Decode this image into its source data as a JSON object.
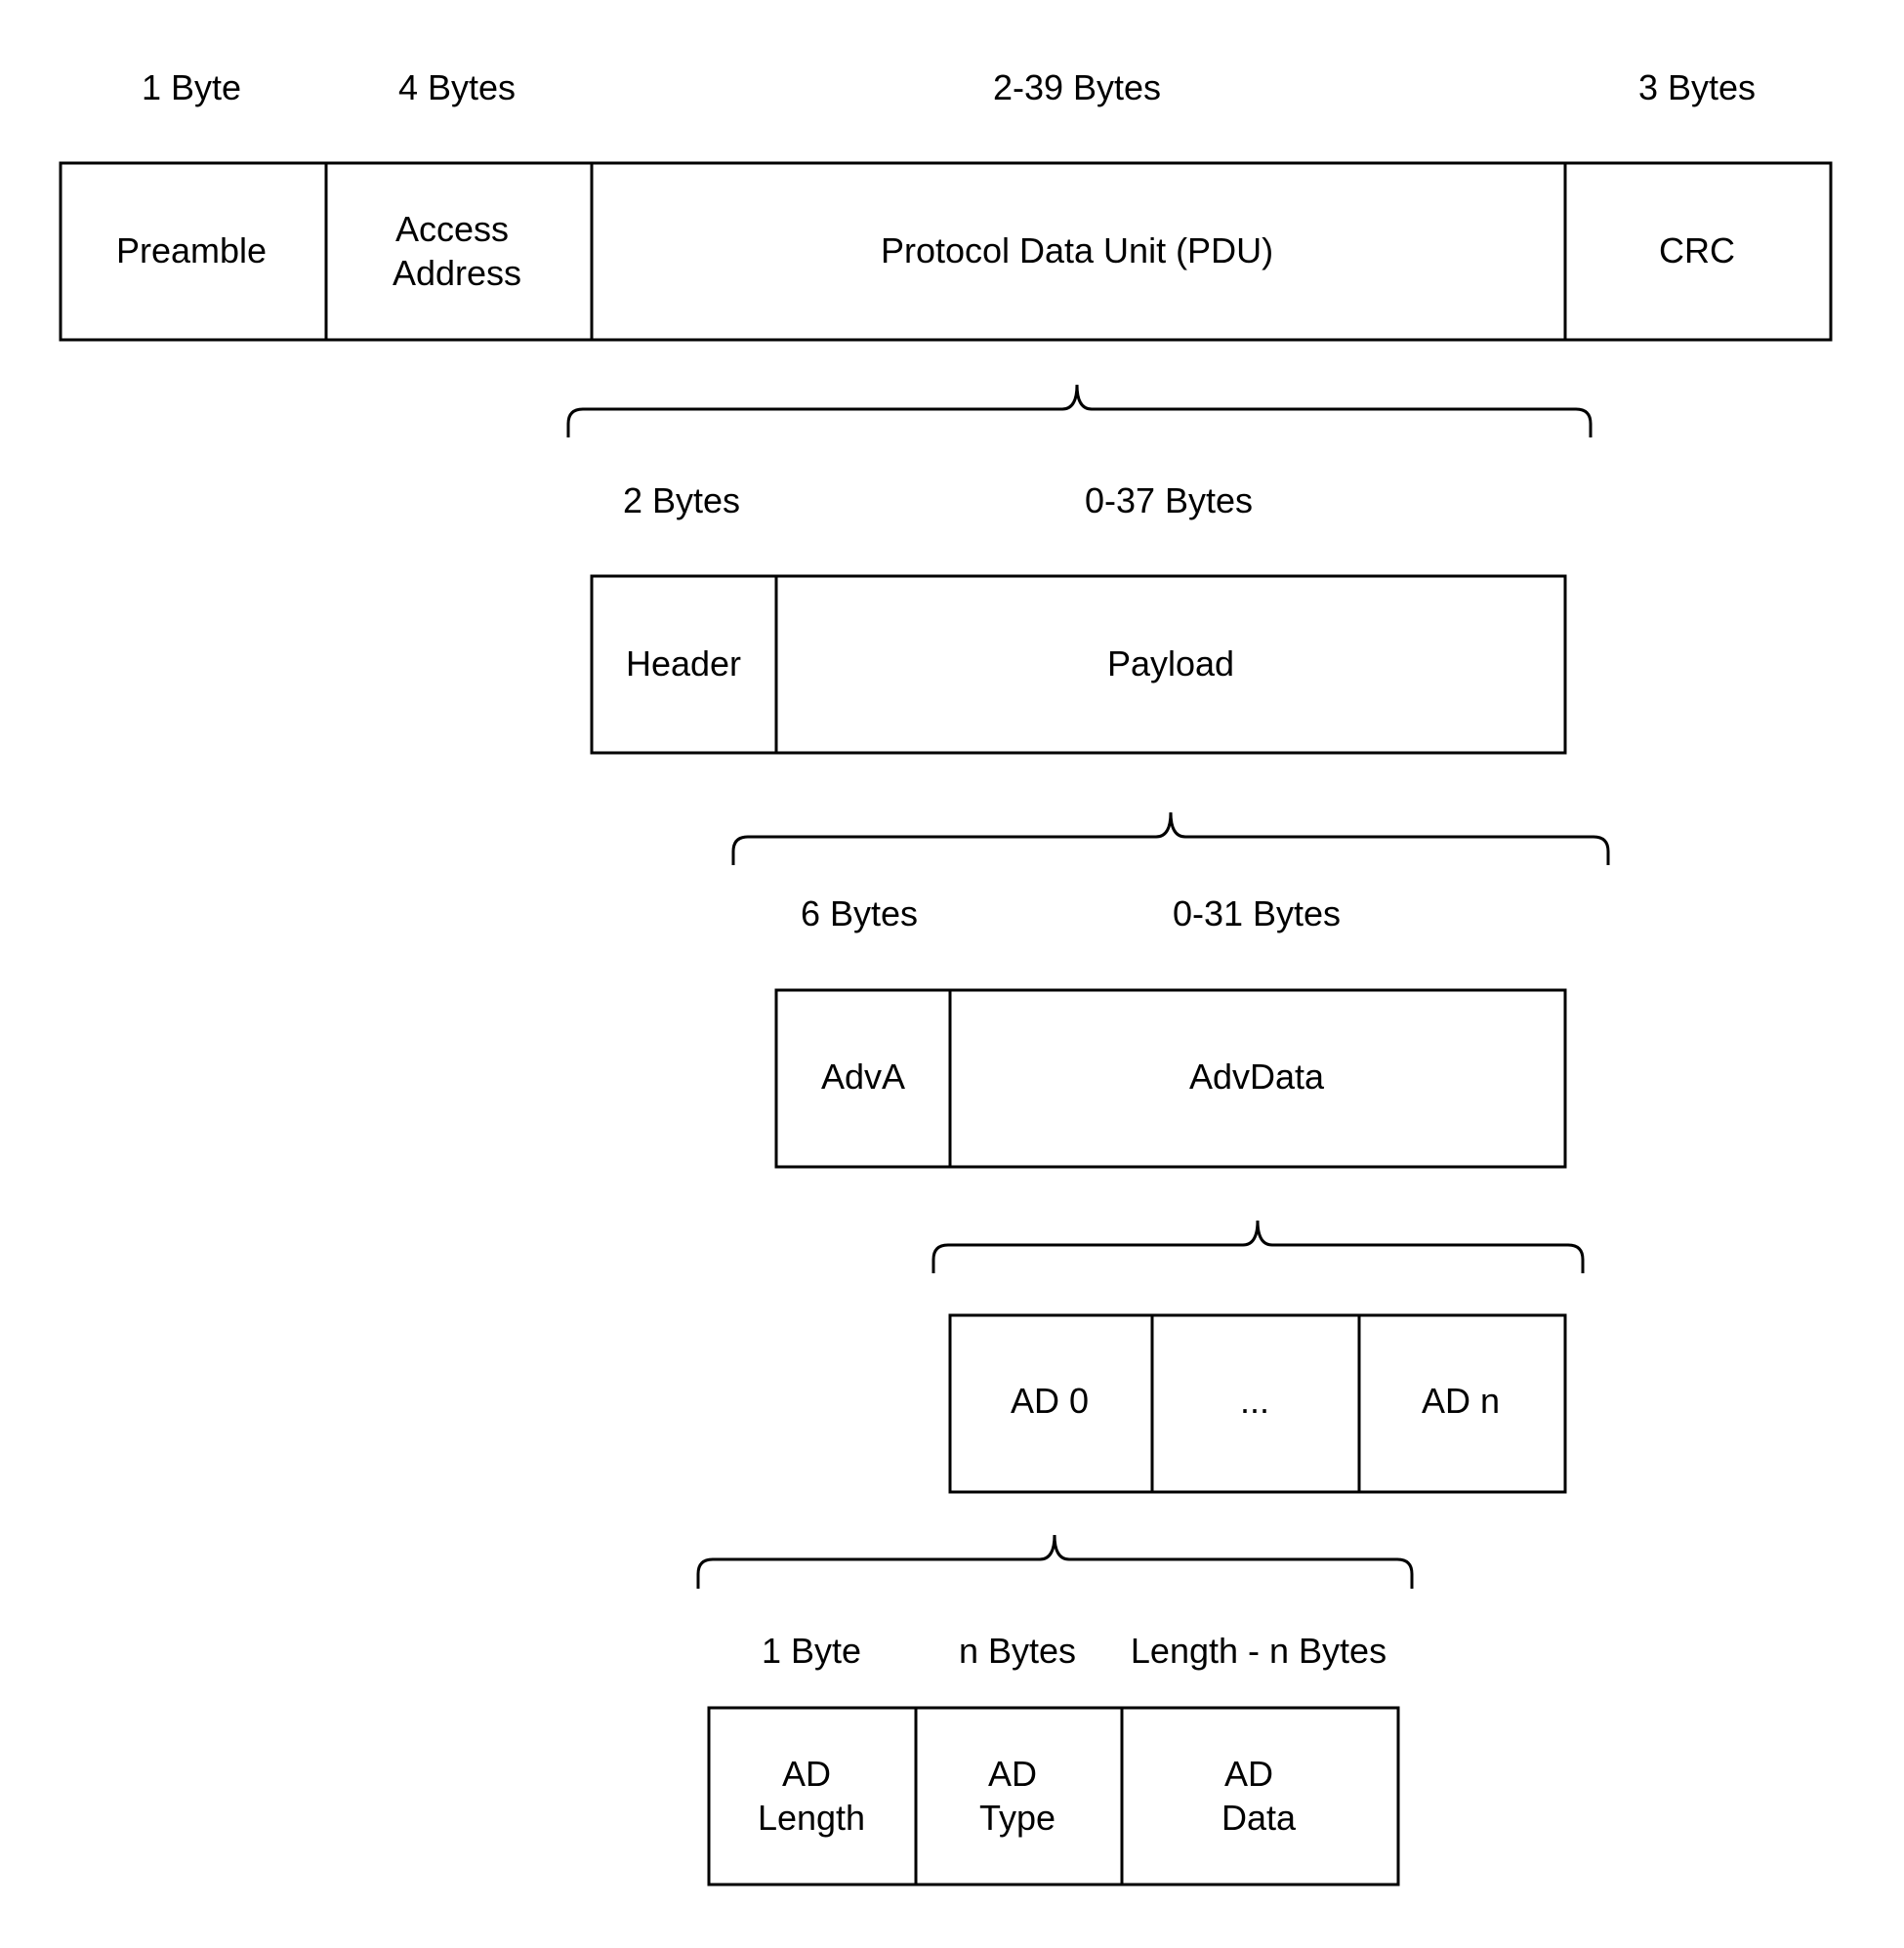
{
  "packet": {
    "sizes": [
      "1 Byte",
      "4 Bytes",
      "2-39 Bytes",
      "3 Bytes"
    ],
    "fields": [
      {
        "lines": [
          "Preamble"
        ]
      },
      {
        "lines": [
          "Access",
          "Address"
        ]
      },
      {
        "lines": [
          "Protocol Data Unit (PDU)"
        ]
      },
      {
        "lines": [
          "CRC"
        ]
      }
    ]
  },
  "pdu": {
    "sizes": [
      "2 Bytes",
      "0-37 Bytes"
    ],
    "fields": [
      {
        "lines": [
          "Header"
        ]
      },
      {
        "lines": [
          "Payload"
        ]
      }
    ]
  },
  "payload": {
    "sizes": [
      "6 Bytes",
      "0-31 Bytes"
    ],
    "fields": [
      {
        "lines": [
          "AdvA"
        ]
      },
      {
        "lines": [
          "AdvData"
        ]
      }
    ]
  },
  "advdata": {
    "fields": [
      {
        "lines": [
          "AD 0"
        ]
      },
      {
        "lines": [
          "..."
        ]
      },
      {
        "lines": [
          "AD n"
        ]
      }
    ]
  },
  "ad_structure": {
    "sizes": [
      "1 Byte",
      "n Bytes",
      "Length - n Bytes"
    ],
    "fields": [
      {
        "lines": [
          "AD",
          "Length"
        ]
      },
      {
        "lines": [
          "AD",
          "Type"
        ]
      },
      {
        "lines": [
          "AD",
          "Data"
        ]
      }
    ]
  }
}
